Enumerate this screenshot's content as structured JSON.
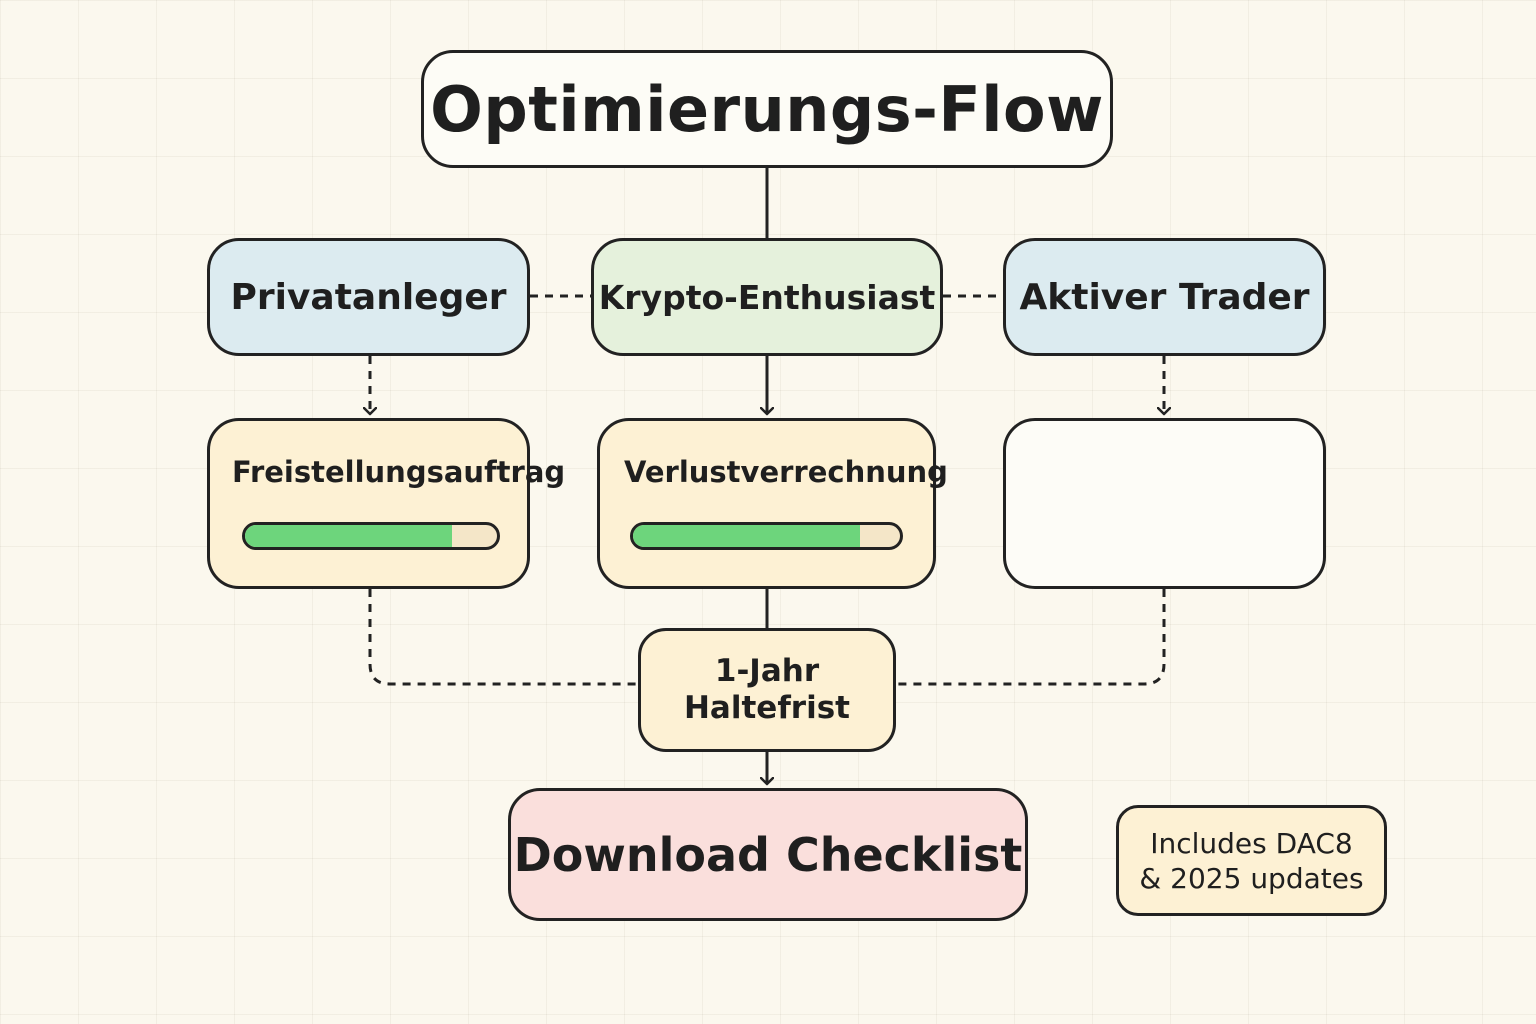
{
  "title": "Optimierungs-Flow",
  "personas": [
    {
      "label": "Privatanleger",
      "color": "#dcebf0"
    },
    {
      "label": "Krypto-Enthusiast",
      "color": "#e5f1dc"
    },
    {
      "label": "Aktiver Trader",
      "color": "#dcebf0"
    }
  ],
  "strategies": [
    {
      "label": "Freistellungsauftrag",
      "progress": 0.82
    },
    {
      "label": "Verlustverrechnung",
      "progress": 0.85
    },
    {
      "label": ""
    }
  ],
  "holding_period": {
    "line1": "1-Jahr",
    "line2": "Haltefrist"
  },
  "cta": {
    "label": "Download Checklist",
    "color": "#fadfdc"
  },
  "note": {
    "line1": "Includes DAC8",
    "line2": "& 2025 updates"
  },
  "colors": {
    "progress_fill": "#6dd57c",
    "card_fill": "#fdf1d4",
    "outline": "#222222"
  }
}
